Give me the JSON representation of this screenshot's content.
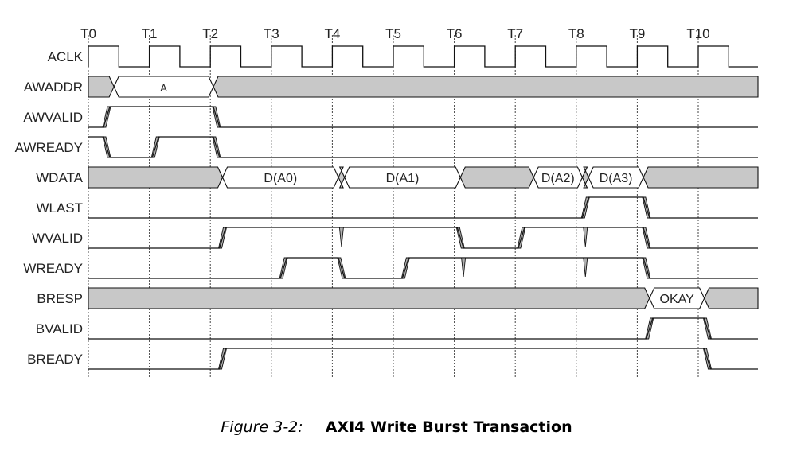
{
  "times": [
    "T0",
    "T1",
    "T2",
    "T3",
    "T4",
    "T5",
    "T6",
    "T7",
    "T8",
    "T9",
    "T10"
  ],
  "signals": [
    {
      "name": "ACLK",
      "kind": "clock"
    },
    {
      "name": "AWADDR",
      "kind": "bus",
      "segments": [
        {
          "from": 0,
          "to": 0.42,
          "state": "x"
        },
        {
          "from": 0.42,
          "to": 2.05,
          "state": "v",
          "label": "A"
        },
        {
          "from": 2.05,
          "to": 11.5,
          "state": "x"
        }
      ]
    },
    {
      "name": "AWVALID",
      "kind": "logic",
      "initial": 0,
      "transitions": [
        [
          0.3,
          1
        ],
        [
          2.1,
          0
        ]
      ]
    },
    {
      "name": "AWREADY",
      "kind": "logic",
      "initial": 1,
      "transitions": [
        [
          0.3,
          0
        ],
        [
          1.1,
          1
        ],
        [
          2.1,
          0
        ]
      ]
    },
    {
      "name": "WDATA",
      "kind": "bus",
      "segments": [
        {
          "from": 0,
          "to": 2.2,
          "state": "x"
        },
        {
          "from": 2.2,
          "to": 4.1,
          "state": "v",
          "label": "D(A0)"
        },
        {
          "from": 4.1,
          "to": 4.2,
          "state": "x"
        },
        {
          "from": 4.2,
          "to": 6.1,
          "state": "v",
          "label": "D(A1)"
        },
        {
          "from": 6.1,
          "to": 7.3,
          "state": "x"
        },
        {
          "from": 7.3,
          "to": 8.1,
          "state": "v",
          "label": "D(A2)"
        },
        {
          "from": 8.1,
          "to": 8.2,
          "state": "x"
        },
        {
          "from": 8.2,
          "to": 9.1,
          "state": "v",
          "label": "D(A3)"
        },
        {
          "from": 9.1,
          "to": 11.5,
          "state": "x"
        }
      ]
    },
    {
      "name": "WLAST",
      "kind": "logic",
      "initial": 0,
      "transitions": [
        [
          8.15,
          1
        ],
        [
          9.15,
          0
        ]
      ]
    },
    {
      "name": "WVALID",
      "kind": "logic",
      "initial": 0,
      "transitions": [
        [
          2.2,
          1
        ],
        [
          6.1,
          0
        ],
        [
          7.1,
          1
        ],
        [
          9.15,
          0
        ]
      ],
      "glitches": [
        4.15,
        8.15
      ]
    },
    {
      "name": "WREADY",
      "kind": "logic",
      "initial": 0,
      "transitions": [
        [
          3.2,
          1
        ],
        [
          4.15,
          0
        ],
        [
          5.2,
          1
        ],
        [
          9.15,
          0
        ]
      ],
      "glitches": [
        6.15,
        8.15
      ]
    },
    {
      "name": "BRESP",
      "kind": "bus",
      "segments": [
        {
          "from": 0,
          "to": 9.2,
          "state": "x"
        },
        {
          "from": 9.2,
          "to": 10.1,
          "state": "v",
          "label": "OKAY"
        },
        {
          "from": 10.1,
          "to": 11.5,
          "state": "x"
        }
      ]
    },
    {
      "name": "BVALID",
      "kind": "logic",
      "initial": 0,
      "transitions": [
        [
          9.2,
          1
        ],
        [
          10.15,
          0
        ]
      ]
    },
    {
      "name": "BREADY",
      "kind": "logic",
      "initial": 0,
      "transitions": [
        [
          2.2,
          1
        ],
        [
          10.15,
          0
        ]
      ]
    }
  ],
  "caption": {
    "label": "Figure 3-2:",
    "title": "AXI4 Write Burst Transaction"
  }
}
